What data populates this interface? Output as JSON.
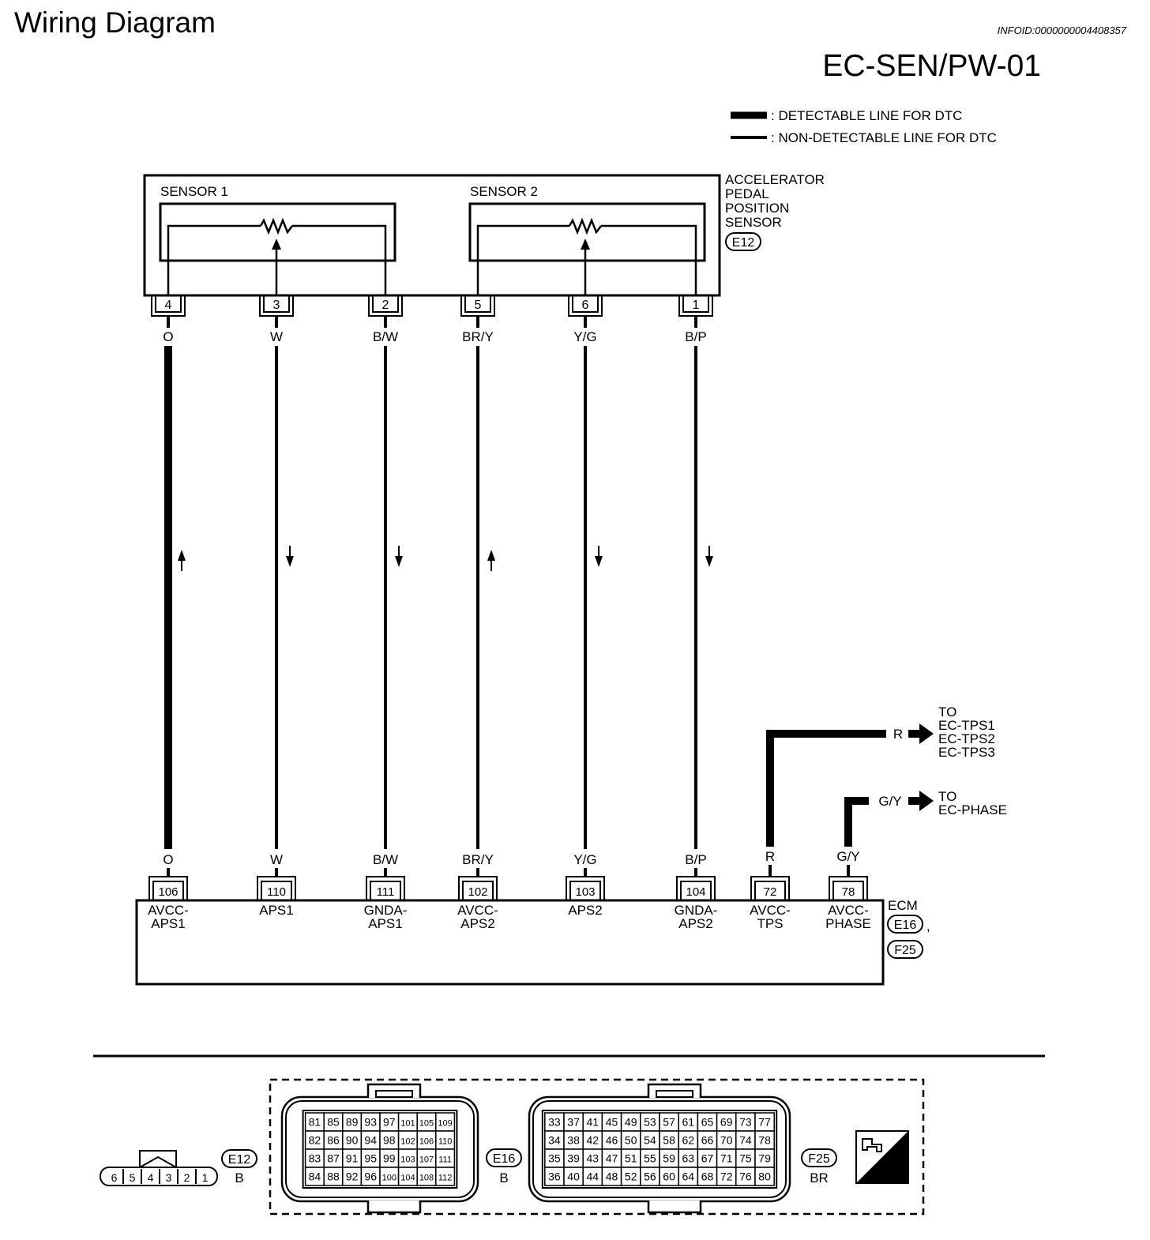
{
  "page": {
    "title": "Wiring Diagram",
    "info_id": "INFOID:0000000004408357",
    "diagram_code": "EC-SEN/PW-01"
  },
  "legend": {
    "detectable": ": DETECTABLE LINE FOR DTC",
    "non_detectable": ": NON-DETECTABLE LINE FOR DTC"
  },
  "sensor": {
    "name_lines": [
      "ACCELERATOR",
      "PEDAL",
      "POSITION",
      "SENSOR"
    ],
    "connector": "E12",
    "sub_sensors": [
      "SENSOR 1",
      "SENSOR 2"
    ]
  },
  "wires": [
    {
      "sensor_pin": "4",
      "color": "O",
      "ecm_pin": "106",
      "ecm_label": [
        "AVCC-",
        "APS1"
      ],
      "detectable": true,
      "arrow": "up"
    },
    {
      "sensor_pin": "3",
      "color": "W",
      "ecm_pin": "110",
      "ecm_label": [
        "APS1"
      ],
      "detectable": false,
      "arrow": "down"
    },
    {
      "sensor_pin": "2",
      "color": "B/W",
      "ecm_pin": "111",
      "ecm_label": [
        "GNDA-",
        "APS1"
      ],
      "detectable": false,
      "arrow": "down"
    },
    {
      "sensor_pin": "5",
      "color": "BR/Y",
      "ecm_pin": "102",
      "ecm_label": [
        "AVCC-",
        "APS2"
      ],
      "detectable": false,
      "arrow": "up"
    },
    {
      "sensor_pin": "6",
      "color": "Y/G",
      "ecm_pin": "103",
      "ecm_label": [
        "APS2"
      ],
      "detectable": false,
      "arrow": "down"
    },
    {
      "sensor_pin": "1",
      "color": "B/P",
      "ecm_pin": "104",
      "ecm_label": [
        "GNDA-",
        "APS2"
      ],
      "detectable": false,
      "arrow": "down"
    }
  ],
  "ecm_extra": [
    {
      "ecm_pin": "72",
      "color": "R",
      "ecm_label": [
        "AVCC-",
        "TPS"
      ],
      "to": [
        "TO",
        "EC-TPS1",
        "EC-TPS2",
        "EC-TPS3"
      ]
    },
    {
      "ecm_pin": "78",
      "color": "G/Y",
      "ecm_label": [
        "AVCC-",
        "PHASE"
      ],
      "to": [
        "TO",
        "EC-PHASE"
      ]
    }
  ],
  "ecm": {
    "name": "ECM",
    "connectors": [
      "E16",
      "F25"
    ],
    "separator": ","
  },
  "connector_views": {
    "e12": {
      "id": "E12",
      "color": "B",
      "pins": [
        "6",
        "5",
        "4",
        "3",
        "2",
        "1"
      ]
    },
    "e16": {
      "id": "E16",
      "color": "B",
      "rows": [
        [
          "81",
          "85",
          "89",
          "93",
          "97",
          "101",
          "105",
          "109"
        ],
        [
          "82",
          "86",
          "90",
          "94",
          "98",
          "102",
          "106",
          "110"
        ],
        [
          "83",
          "87",
          "91",
          "95",
          "99",
          "103",
          "107",
          "111"
        ],
        [
          "84",
          "88",
          "92",
          "96",
          "100",
          "104",
          "108",
          "112"
        ]
      ]
    },
    "f25": {
      "id": "F25",
      "color": "BR",
      "rows": [
        [
          "33",
          "37",
          "41",
          "45",
          "49",
          "53",
          "57",
          "61",
          "65",
          "69",
          "73",
          "77"
        ],
        [
          "34",
          "38",
          "42",
          "46",
          "50",
          "54",
          "58",
          "62",
          "66",
          "70",
          "74",
          "78"
        ],
        [
          "35",
          "39",
          "43",
          "47",
          "51",
          "55",
          "59",
          "63",
          "67",
          "71",
          "75",
          "79"
        ],
        [
          "36",
          "40",
          "44",
          "48",
          "52",
          "56",
          "60",
          "64",
          "68",
          "72",
          "76",
          "80"
        ]
      ]
    },
    "hs_label": "H.S."
  }
}
